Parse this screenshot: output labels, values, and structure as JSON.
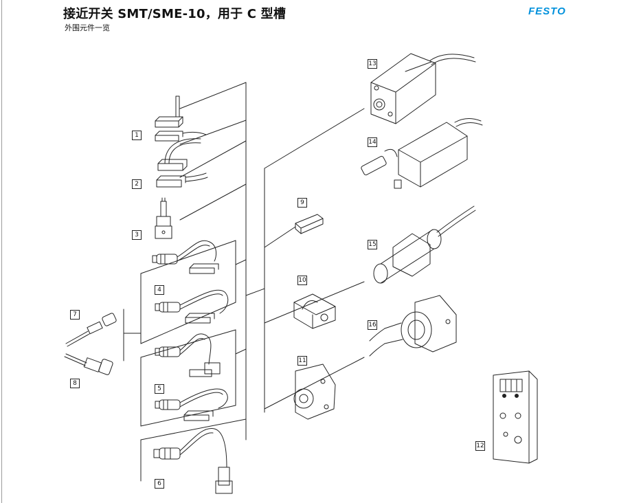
{
  "header": {
    "title": "接近开关 SMT/SME-10，用于 C 型槽",
    "subtitle": "外围元件一览",
    "logo": "FESTO"
  },
  "colors": {
    "brand": "#0091dc",
    "line": "#222222"
  },
  "callouts": [
    "1",
    "2",
    "3",
    "4",
    "5",
    "6",
    "7",
    "8",
    "9",
    "10",
    "11",
    "12",
    "13",
    "14",
    "15",
    "16"
  ]
}
